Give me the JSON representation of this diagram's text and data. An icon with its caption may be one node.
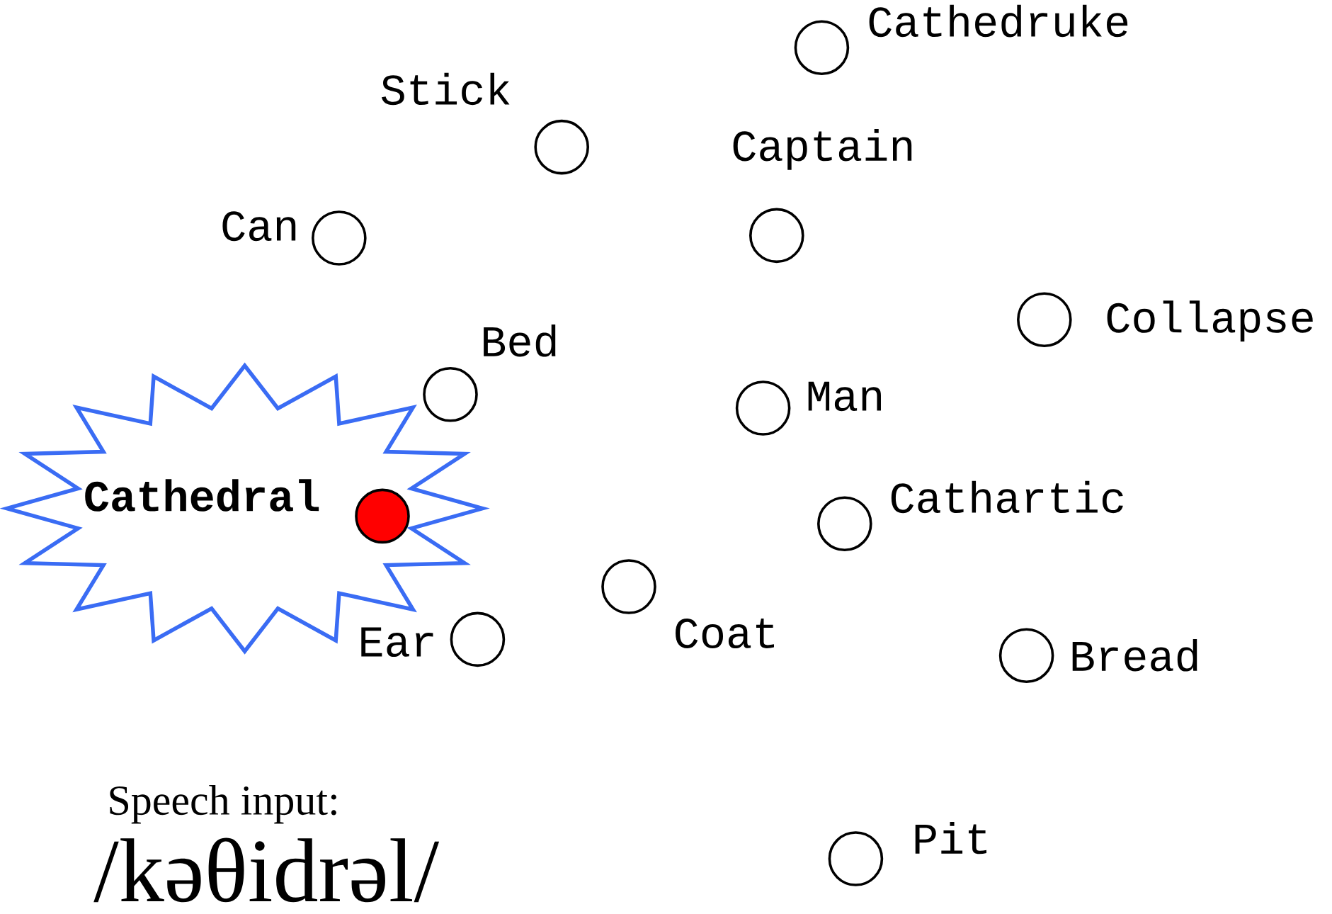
{
  "diagram": {
    "nodes": [
      {
        "text": [],
        "shape": "circle",
        "beside": [
          "Cathedruke"
        ]
      },
      {
        "text": [],
        "shape": "circle",
        "beside": [
          "Stick"
        ]
      },
      {
        "text": [],
        "shape": "circle",
        "beside": [
          "Captain"
        ]
      },
      {
        "text": [],
        "shape": "circle",
        "beside": [
          "Can"
        ]
      },
      {
        "text": [],
        "shape": "circle",
        "beside": [
          "Collapse"
        ]
      },
      {
        "text": [],
        "shape": "circle",
        "beside": [
          "Bed"
        ]
      },
      {
        "text": [],
        "shape": "circle",
        "beside": [
          "Man"
        ]
      },
      {
        "text": [
          "Cathedral"
        ]
      },
      {
        "text": [],
        "shape": "circle",
        "in": 7
      },
      {
        "text": [],
        "shape": "circle",
        "beside": [
          "Cathartic"
        ]
      },
      {
        "text": [],
        "shape": "circle",
        "beside": [
          "Coat"
        ]
      },
      {
        "text": [],
        "shape": "circle",
        "beside": [
          "Ear"
        ]
      },
      {
        "text": [],
        "shape": "circle",
        "beside": [
          "Bread"
        ]
      },
      {
        "text": [],
        "shape": "circle",
        "beside": [
          "Pit"
        ]
      }
    ],
    "labels": [
      "Speech input:",
      "/kəθidrəl/"
    ]
  }
}
